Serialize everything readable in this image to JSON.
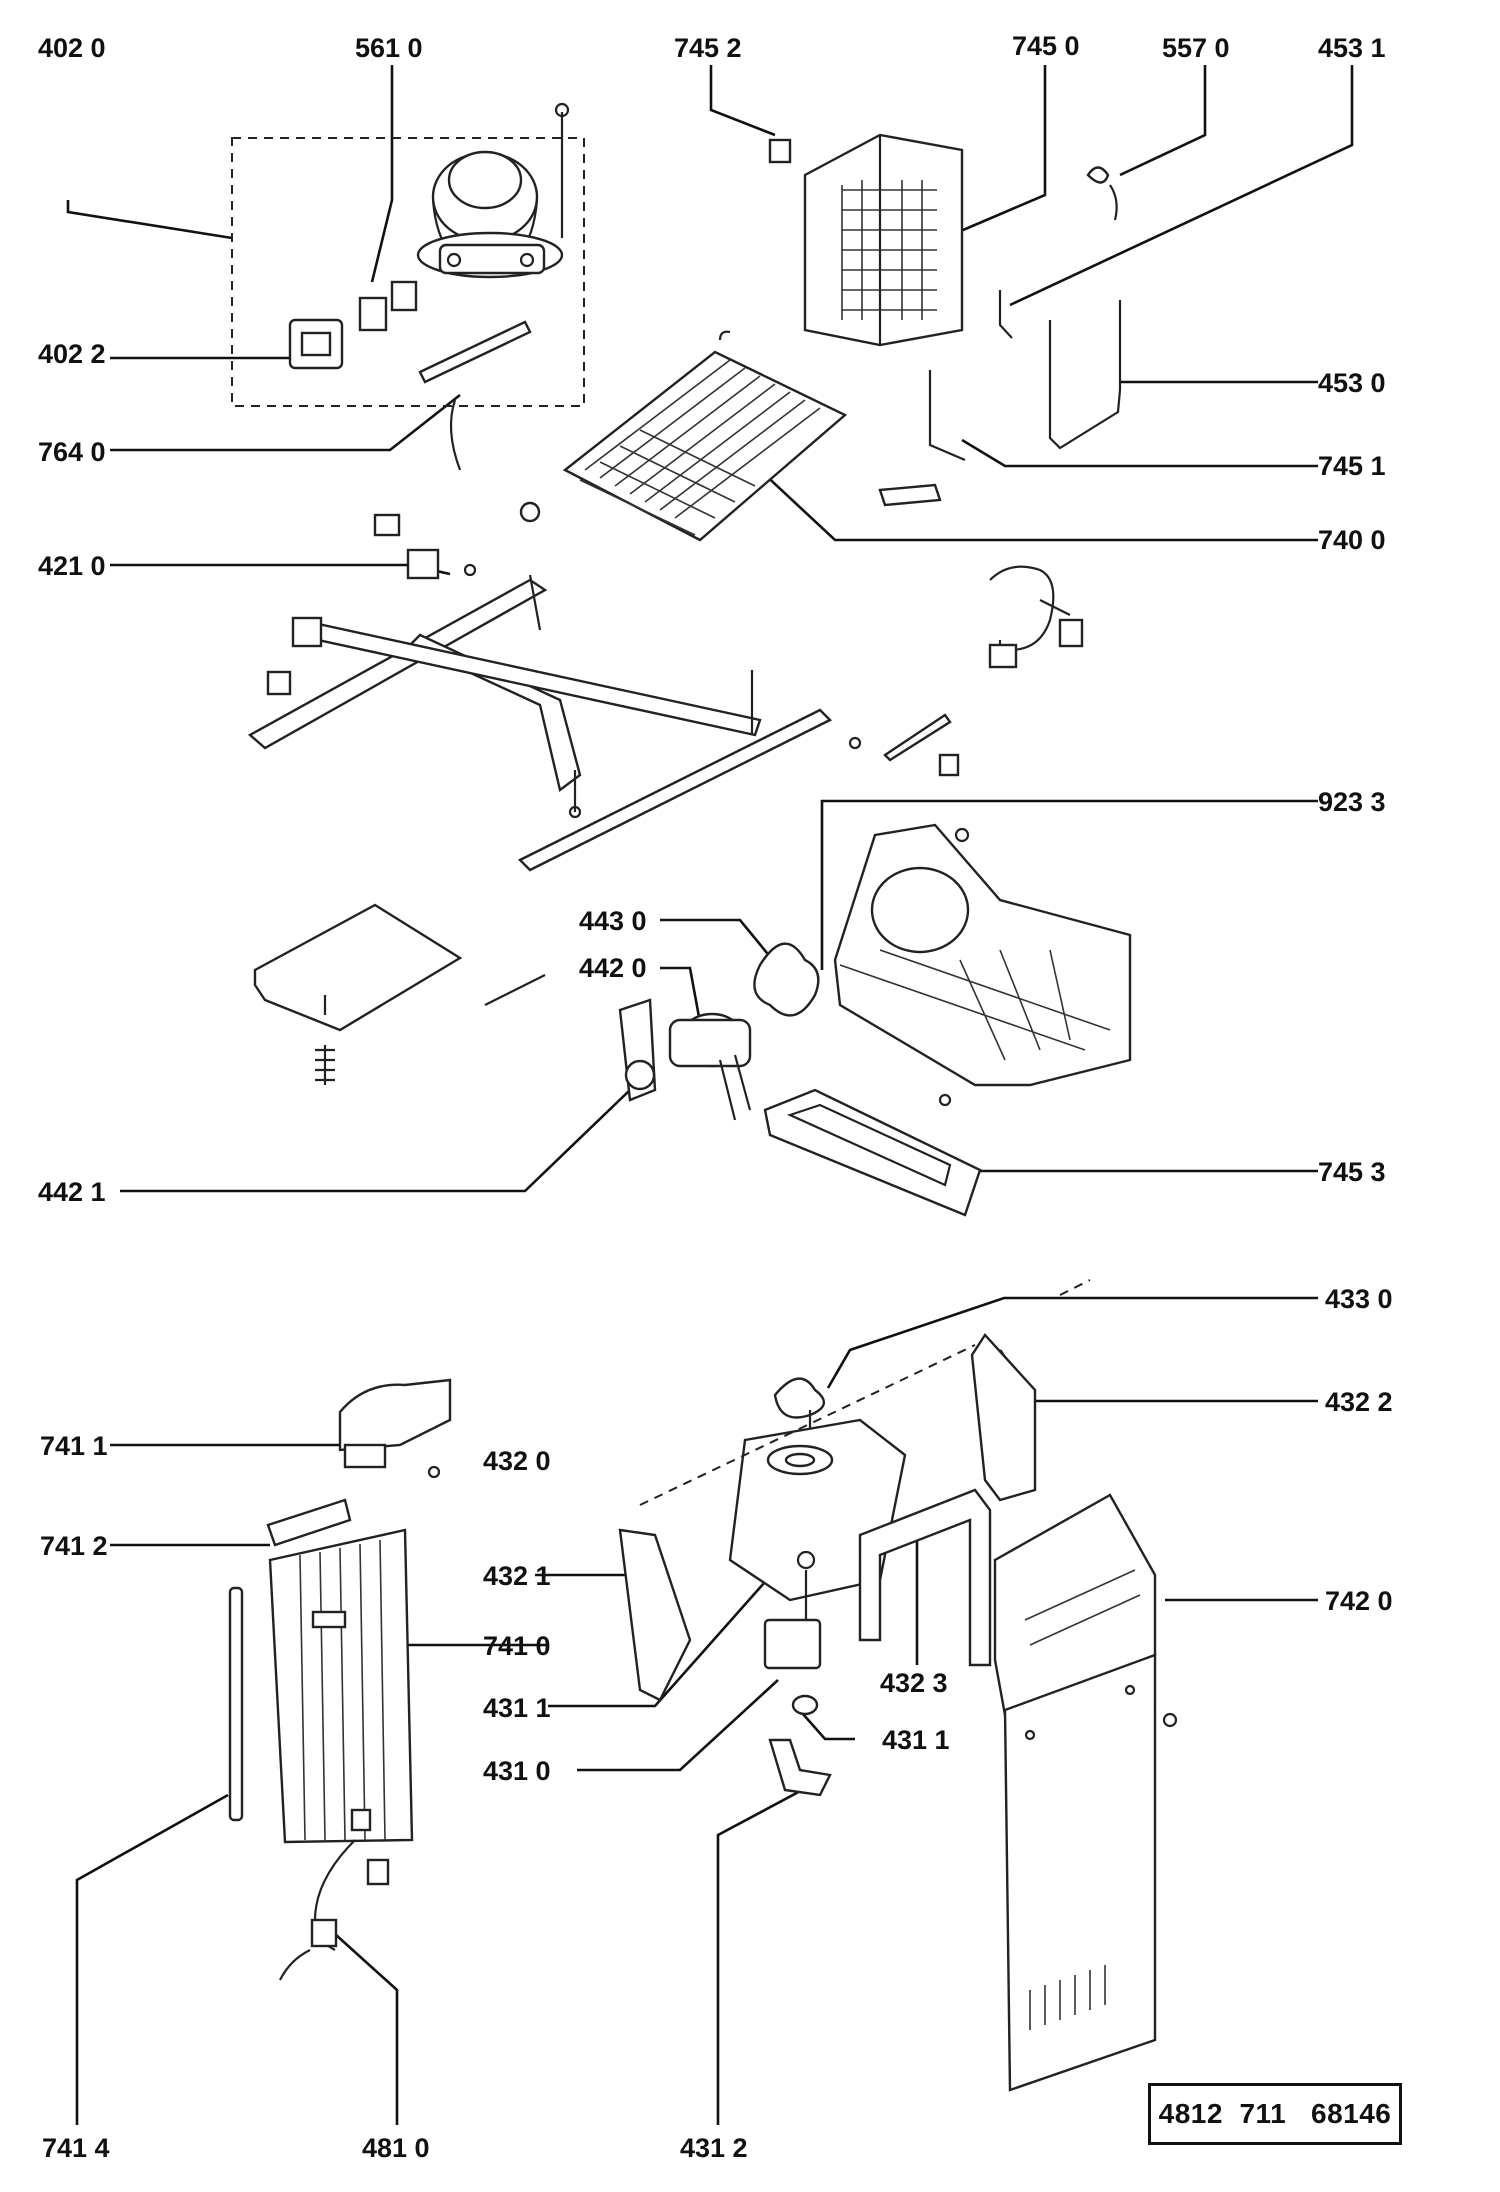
{
  "labels": {
    "l4020": "402 0",
    "l5610": "561 0",
    "l7452": "745 2",
    "l7450": "745 0",
    "l5570": "557 0",
    "l4531": "453 1",
    "l4022": "402 2",
    "l4530": "453 0",
    "l7640": "764 0",
    "l7451": "745 1",
    "l7400": "740 0",
    "l4210": "421 0",
    "l9233": "923 3",
    "l4430": "443 0",
    "l4420": "442 0",
    "l4421": "442 1",
    "l7453": "745 3",
    "l4330": "433 0",
    "l4322": "432 2",
    "l7411": "741 1",
    "l4320": "432 0",
    "l7412": "741 2",
    "l4321": "432 1",
    "l7420": "742 0",
    "l7410": "741 0",
    "l4311a": "431 1",
    "l4323": "432 3",
    "l4310": "431 0",
    "l4311b": "431 1",
    "l7414": "741 4",
    "l4810": "481 0",
    "l4312": "431 2"
  },
  "doc_number": "4812  711   68146"
}
